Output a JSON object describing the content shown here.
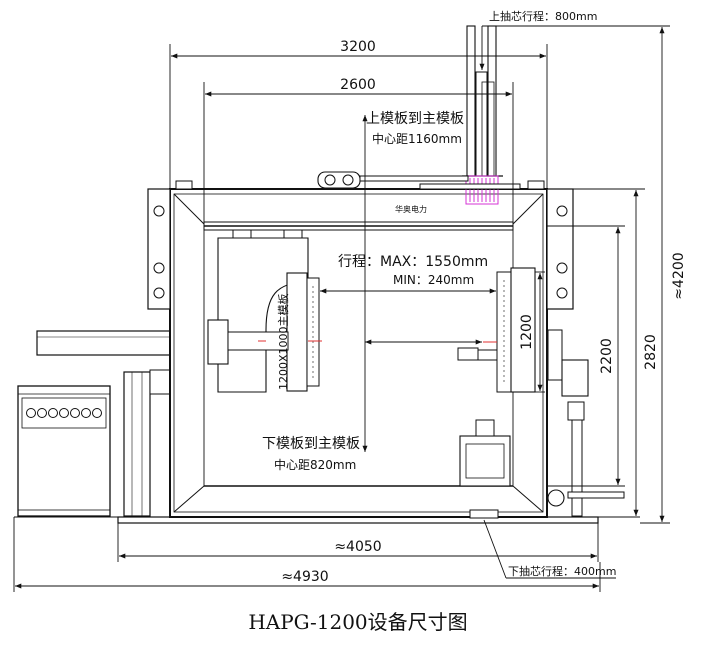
{
  "caption": "HAPG-1200设备尺寸图",
  "dimensions": {
    "frame_width": "3200",
    "inner_width": "2600",
    "overall_height": "≈4200",
    "frame_height": "2820",
    "inner_height": "2200",
    "platen_height": "1200",
    "base_length": "≈4050",
    "total_length": "≈4930"
  },
  "annotations": {
    "top_core_stroke": "上抽芯行程：800mm",
    "bottom_core_stroke": "下抽芯行程：400mm",
    "upper_center_l1": "上模板到主模板",
    "upper_center_l2": "中心距1160mm",
    "lower_center_l1": "下模板到主模板",
    "lower_center_l2": "中心距820mm",
    "stroke_max": "行程：MAX：1550mm",
    "stroke_min": "MIN：240mm",
    "platen_label": "1200X1000主模板",
    "brand": "华奥电力"
  }
}
